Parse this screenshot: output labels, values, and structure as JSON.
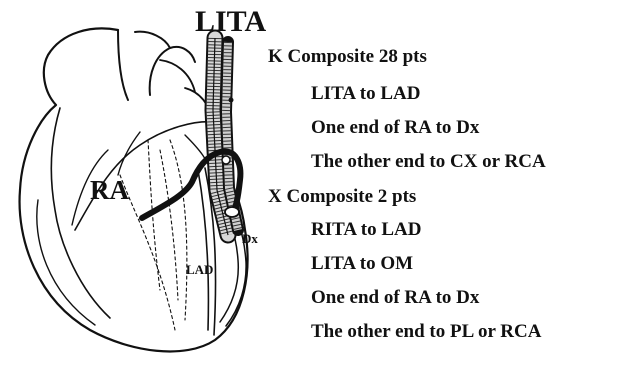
{
  "labels": {
    "lita": "LITA",
    "ra": "RA",
    "dx": "Dx",
    "lad": "LAD"
  },
  "k_composite": {
    "heading": "K Composite   28 pts",
    "items": [
      "LITA to LAD",
      "One end of RA to Dx",
      "The other end to CX or RCA"
    ]
  },
  "x_composite": {
    "heading": "X Composite   2 pts",
    "items": [
      "RITA to LAD",
      "LITA to OM",
      "One end of RA to Dx",
      "The other end to PL or RCA"
    ]
  }
}
